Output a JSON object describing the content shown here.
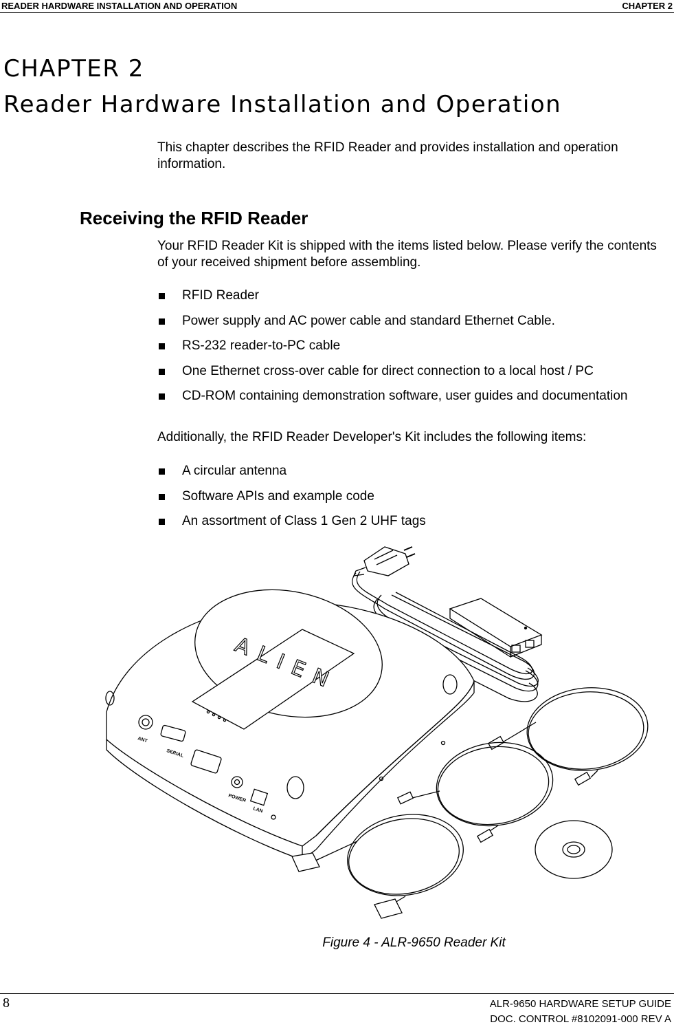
{
  "header": {
    "left": "READER HARDWARE INSTALLATION AND OPERATION",
    "right": "CHAPTER 2"
  },
  "chapter": {
    "label": "CHAPTER 2",
    "title": "Reader Hardware Installation and Operation"
  },
  "intro": "This chapter describes the RFID Reader and provides installation and operation information.",
  "section": {
    "heading": "Receiving the RFID Reader",
    "intro": "Your RFID Reader Kit is shipped with the items listed below. Please verify the contents of your received shipment before assembling.",
    "kit_items": [
      "RFID Reader",
      "Power supply and AC power cable and standard Ethernet Cable.",
      "RS-232 reader-to-PC cable",
      "One Ethernet cross-over cable for direct connection to a local host / PC",
      "CD-ROM containing demonstration software, user guides and documentation"
    ],
    "dev_kit_intro": "Additionally, the RFID Reader Developer's Kit includes the following items:",
    "dev_kit_items": [
      "A circular antenna",
      "Software APIs and example code",
      "An assortment of Class 1 Gen 2 UHF tags"
    ]
  },
  "figure": {
    "caption": "Figure 4 - ALR-9650 Reader Kit",
    "device_labels": {
      "logo": "ALIEN",
      "ant": "ANT",
      "serial": "SERIAL",
      "power": "POWER",
      "lan": "LAN"
    }
  },
  "footer": {
    "page_number": "8",
    "guide": "ALR-9650 HARDWARE SETUP GUIDE",
    "doc_control": "DOC. CONTROL  #8102091-000 REV A"
  }
}
